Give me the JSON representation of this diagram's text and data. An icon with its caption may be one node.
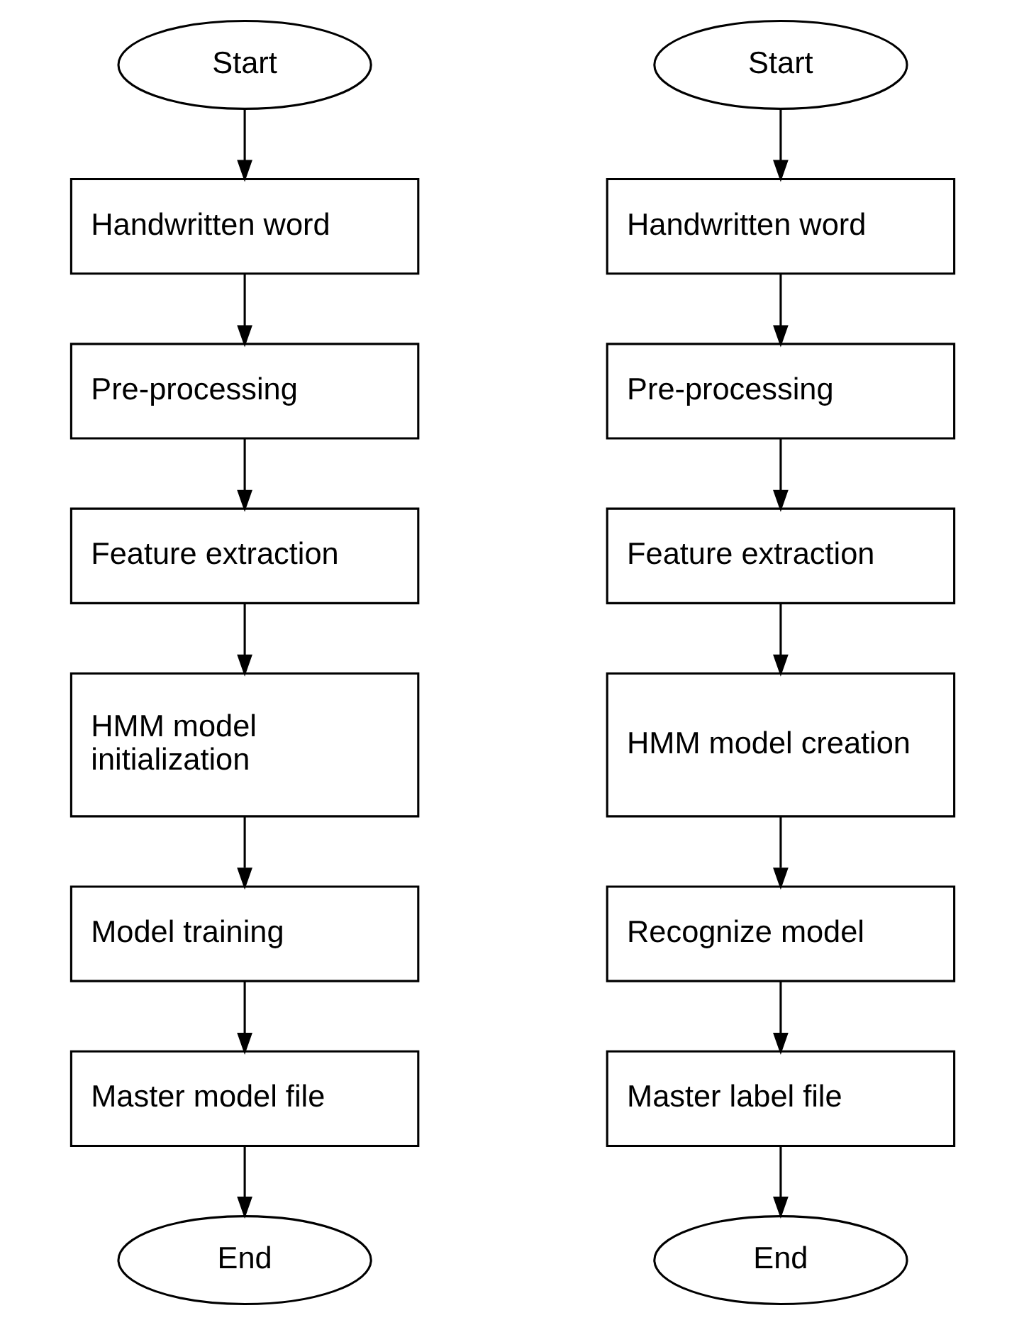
{
  "diagram": {
    "nodes": [
      {
        "text": [
          "Start"
        ]
      },
      {
        "text": [
          "Handwritten word"
        ]
      },
      {
        "text": [
          "Pre-processing"
        ]
      },
      {
        "text": [
          "Feature extraction"
        ]
      },
      {
        "text": [
          "HMM model initialization"
        ]
      },
      {
        "text": [
          "Model training"
        ]
      },
      {
        "text": [
          "Master model file"
        ]
      },
      {
        "text": [
          "End"
        ]
      },
      {
        "text": [
          "Start"
        ]
      },
      {
        "text": [
          "Handwritten word"
        ]
      },
      {
        "text": [
          "Pre-processing"
        ]
      },
      {
        "text": [
          "Feature extraction"
        ]
      },
      {
        "text": [
          "HMM model creation"
        ]
      },
      {
        "text": [
          "Recognize model"
        ]
      },
      {
        "text": [
          "Master label file"
        ]
      },
      {
        "text": [
          "End"
        ]
      }
    ],
    "edges": [
      {
        "from": 0,
        "to": 1,
        "arrow": "to"
      },
      {
        "from": 1,
        "to": 2,
        "arrow": "to"
      },
      {
        "from": 2,
        "to": 3,
        "arrow": "to"
      },
      {
        "from": 3,
        "to": 4,
        "arrow": "to"
      },
      {
        "from": 4,
        "to": 5,
        "arrow": "to"
      },
      {
        "from": 5,
        "to": 6,
        "arrow": "to"
      },
      {
        "from": 6,
        "to": 7,
        "arrow": "to"
      },
      {
        "from": 8,
        "to": 9,
        "arrow": "to"
      },
      {
        "from": 9,
        "to": 10,
        "arrow": "to"
      },
      {
        "from": 10,
        "to": 11,
        "arrow": "to"
      },
      {
        "from": 11,
        "to": 12,
        "arrow": "to"
      },
      {
        "from": 12,
        "to": 13,
        "arrow": "to"
      },
      {
        "from": 13,
        "to": 14,
        "arrow": "to"
      },
      {
        "from": 14,
        "to": 15,
        "arrow": "to"
      }
    ]
  }
}
